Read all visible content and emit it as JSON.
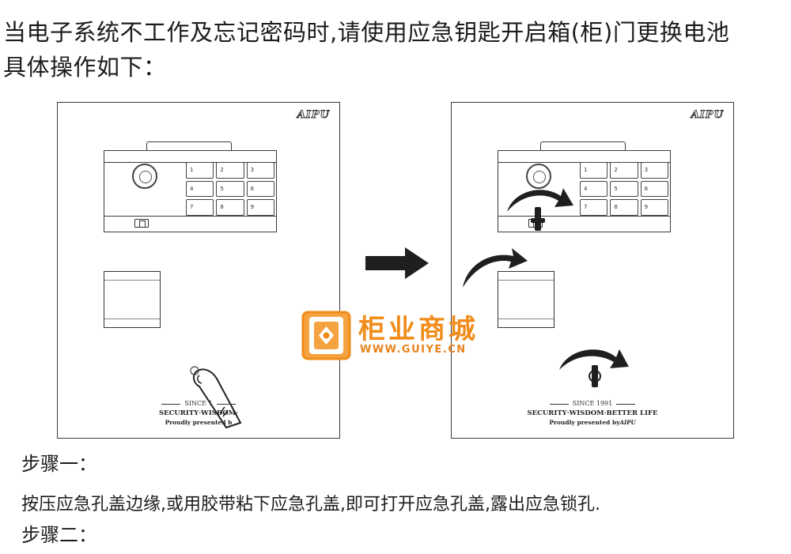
{
  "header": {
    "line1": "当电子系统不工作及忘记密码时,请使用应急钥匙开启箱(柜)门更换电池",
    "line2": "具体操作如下："
  },
  "panels": {
    "left": {
      "brand": "AIPU",
      "keys": [
        "1",
        "2",
        "3",
        "4",
        "5",
        "6",
        "7",
        "8",
        "9"
      ],
      "since": "SINCE 1",
      "motto": "SECURITY·WISDOM·",
      "presented": "Proudly presented b"
    },
    "right": {
      "brand": "AIPU",
      "keys": [
        "1",
        "2",
        "3",
        "4",
        "5",
        "6",
        "7",
        "8",
        "9"
      ],
      "since": "SINCE 1991",
      "motto": "SECURITY·WISDOM·BETTER LIFE",
      "presented": "Proudly presented by",
      "presented_brand": "AIPU"
    }
  },
  "steps": {
    "step1_label": "步骤一：",
    "step1_desc": "按压应急孔盖边缘,或用胶带粘下应急孔盖,即可打开应急孔盖,露出应急锁孔.",
    "step2_label": "步骤二："
  },
  "watermark": {
    "title": "柜业商城",
    "url": "WWW.GUIYE.CN"
  },
  "colors": {
    "watermark_orange": "#f08c1a",
    "line": "#3a3a3a",
    "arrow_fill": "#2a2a2a"
  }
}
